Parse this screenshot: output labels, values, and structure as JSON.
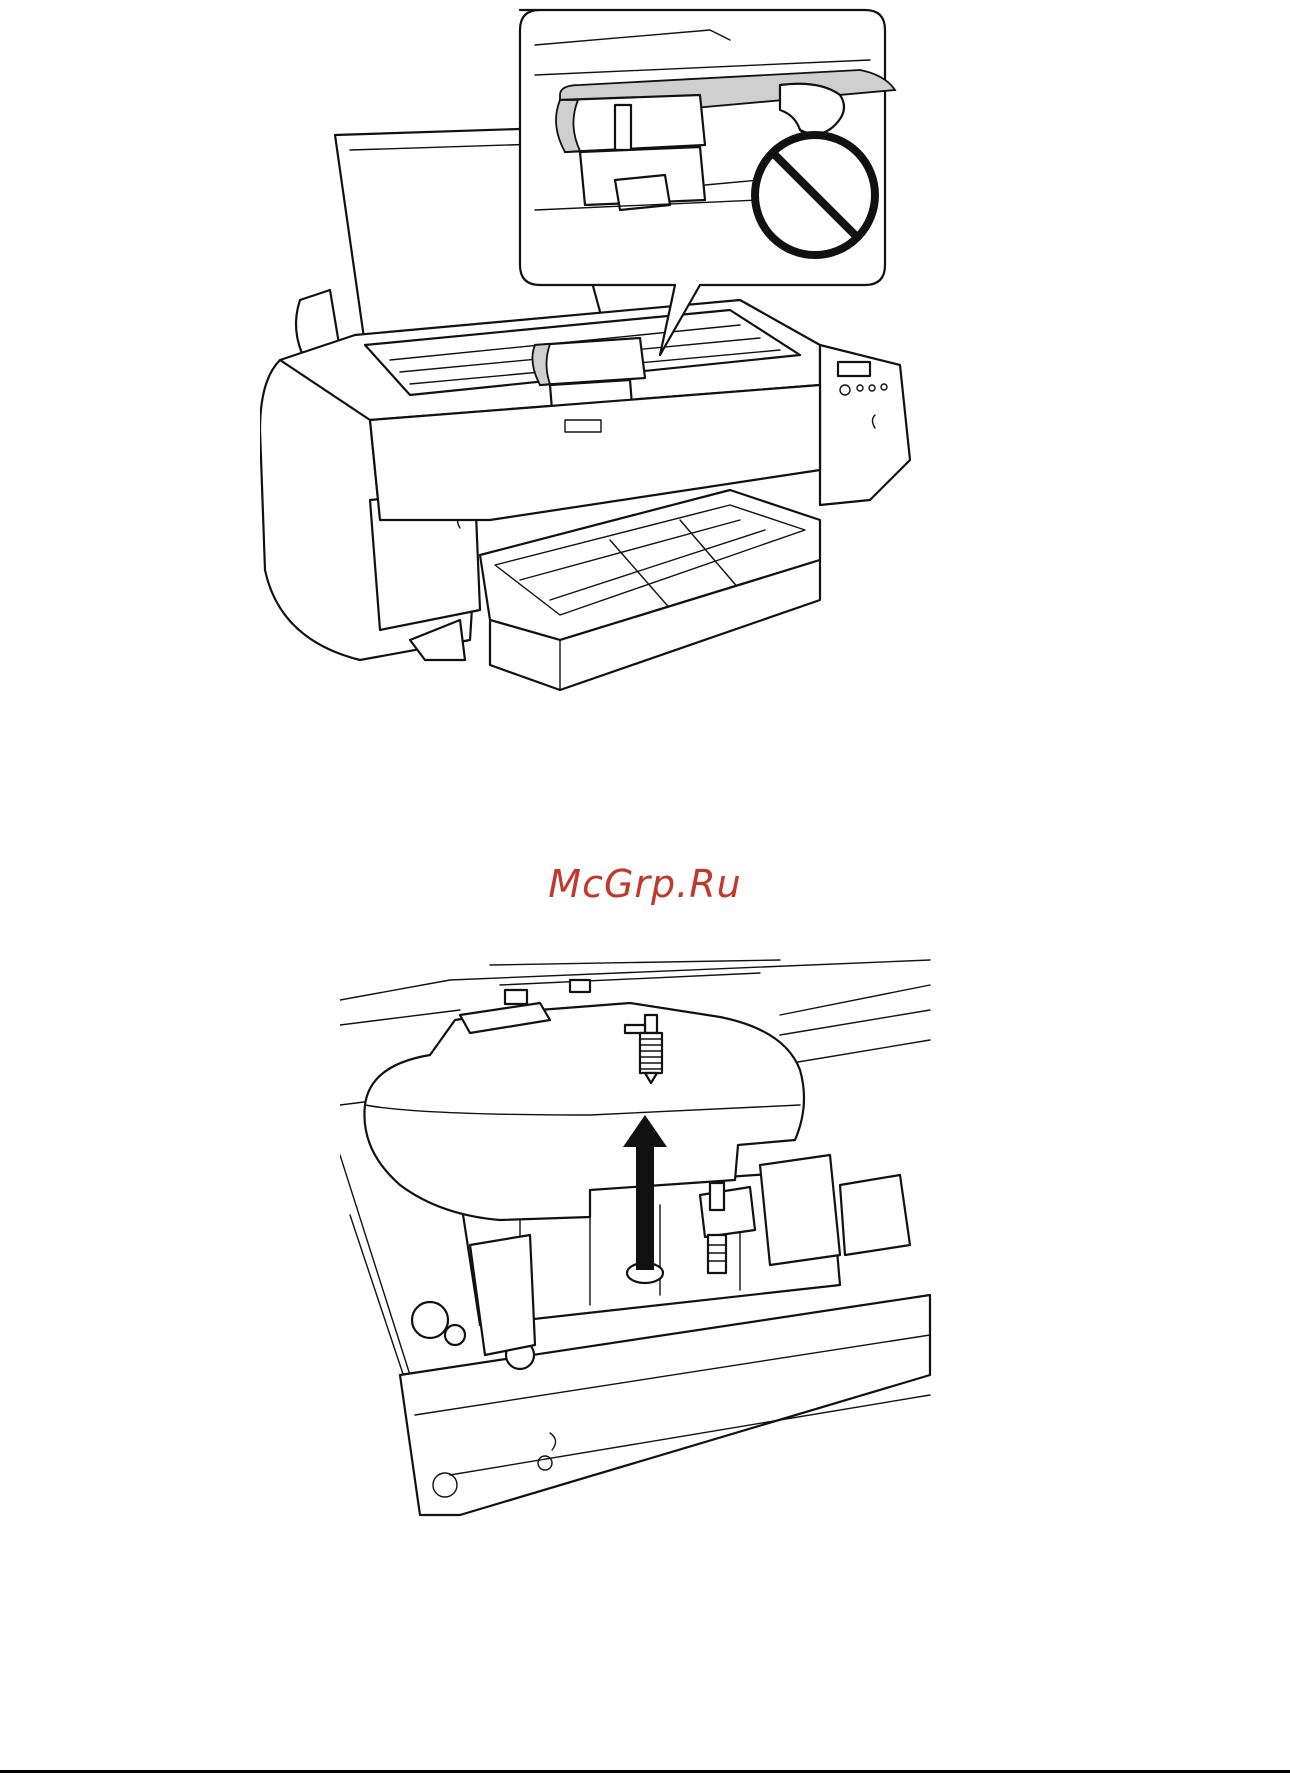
{
  "watermark": {
    "text": "McGrp.Ru"
  },
  "icons": {
    "printer": "printer-illustration",
    "callout": "callout-bubble",
    "prohibited": "no-symbol-icon",
    "arrow": "arrow-up-icon"
  },
  "colors": {
    "watermark": "#c0392b",
    "line": "#111111"
  }
}
